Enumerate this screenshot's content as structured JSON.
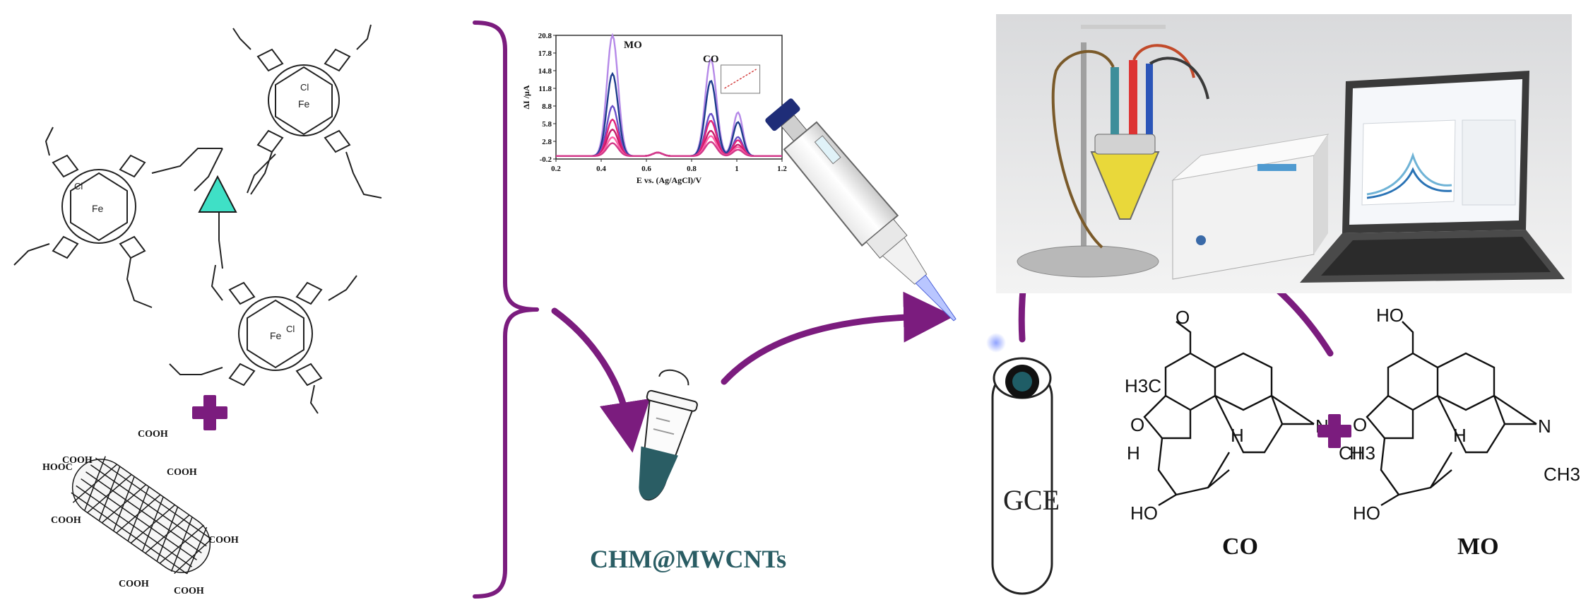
{
  "labels": {
    "chm": "CHM@MWCNTs",
    "gce": "GCE",
    "co": "CO",
    "mo": "MO"
  },
  "molecule_text": {
    "cooh": "COOH",
    "hooc": "HOOC",
    "h3c_o": "H3C",
    "o": "O",
    "ho": "HO",
    "h": "H",
    "n": "N",
    "ch3": "CH3",
    "cl": "Cl",
    "fe": "Fe"
  },
  "colors": {
    "arrow": "#7b1c7e",
    "plus": "#7b1c7e",
    "bracket": "#7b1c7e",
    "tube_liquid": "#2a5d64",
    "electrode_ring": "#1f5d66"
  },
  "chart_data": {
    "type": "line",
    "title": "",
    "xlabel": "E vs. (Ag/AgCl)/V",
    "ylabel": "ΔI /μA",
    "xlim": [
      0.2,
      1.2
    ],
    "ylim": [
      -0.2,
      20.8
    ],
    "xticks": [
      "0.2",
      "0.4",
      "0.6",
      "0.8",
      "1",
      "1.2"
    ],
    "yticks": [
      "20.8",
      "17.8",
      "14.8",
      "11.8",
      "8.8",
      "5.8",
      "2.8",
      "-0.2"
    ],
    "annotations": [
      "MO",
      "CO"
    ],
    "series": [
      {
        "color": "#b589e8",
        "values": [
          20.5,
          16.5
        ]
      },
      {
        "color": "#1d3c8c",
        "values": [
          14.0,
          12.8
        ]
      },
      {
        "color": "#6a4fc9",
        "values": [
          8.5,
          7.2
        ]
      },
      {
        "color": "#e0247a",
        "values": [
          6.2,
          6.0
        ]
      },
      {
        "color": "#c81d6a",
        "values": [
          4.5,
          4.3
        ]
      },
      {
        "color": "#ff5ea8",
        "values": [
          3.2,
          3.4
        ]
      },
      {
        "color": "#d23a8a",
        "values": [
          2.2,
          2.4
        ]
      }
    ]
  }
}
